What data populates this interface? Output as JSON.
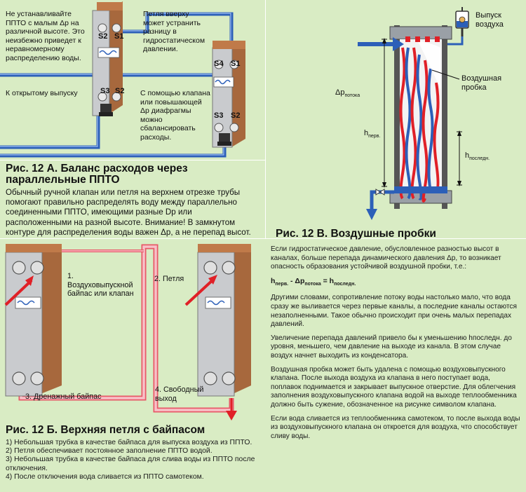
{
  "fig_a": {
    "note1": "Не устанавливайте ППТО с малым Δp на различной высоте. Это неизбежно приведет к неравномерному распределению воды.",
    "note2": "Петля вверху может устранить разницу в гидростатическом давлении.",
    "note3": "К открытому выпуску",
    "note4": "С помощью клапана или повышающей Δp диафрагмы можно сбалансировать расходы.",
    "ports": {
      "s1": "S1",
      "s2": "S2",
      "s3": "S3",
      "s4": "S4"
    },
    "title": "Рис. 12 А. Баланс расходов через параллельные ППТО",
    "text": "Обычный ручной клапан или петля на верхнем отрезке трубы помогают правильно распределять воду между параллельно соединенными ППТО, имеющими разные Dp или расположенными на разной высоте. Внимание! В замкнутом контуре для распределения воды важен Δp, а не перепад высот."
  },
  "fig_b": {
    "label1": "1. Воздуховыпускной байпас или клапан",
    "label2": "2. Петля",
    "label3": "3. Дренажный байпас",
    "label4": "4. Свободный выход",
    "title": "Рис. 12 Б. Верхняя петля с байпасом",
    "items": [
      "1) Небольшая трубка в качестве байпаса для выпуска воздуха из ППТО.",
      "2) Петля обеспечивает постоянное заполнение ППТО водой.",
      "3) Небольшая трубка в качестве байпаса для слива воды из ППТО после отключения.",
      "4) После отключения вода сливается из ППТО самотеком."
    ]
  },
  "fig_v": {
    "air_outlet": "Выпуск воздуха",
    "air_lock": "Воздушная пробка",
    "dp_flow": "Δp",
    "dp_flow_sub": "потока",
    "h_first": "h",
    "h_first_sub": "перв.",
    "h_last": "h",
    "h_last_sub": "последн.",
    "title": "Рис. 12 В. Воздушные пробки",
    "p1": "Если гидростатическое давление, обусловленное разностью высот в каналах, больше перепада динамического давления Δp, то возникает опасность образования устойчивой воздушной пробки, т.е.:",
    "formula": {
      "h1": "h",
      "h1_sub": "перв.",
      "minus": " - Δp",
      "dp_sub": "потока",
      "eq": " = h",
      "h2_sub": "последн."
    },
    "p2": "Другими словами, сопротивление потоку воды настолько мало, что вода сразу же выливается через первые каналы, а последние каналы остаются незаполненными. Такое обычно происходит при очень малых перепадах давлений.",
    "p3": "Увеличение перепада давлений привело бы к уменьшению hпоследн. до уровня, меньшего, чем давление на выходе из канала. В этом случае воздух начнет выходить из конденсатора.",
    "p4": "Воздушная пробка может быть удалена с помощью воздуховыпускного клапана. После выхода воздуха из клапана в него поступает вода, поплавок поднимается и закрывает выпускное отверстие. Для облегчения заполнения воздуховыпускного клапана водой на выходе теплообменника должно быть сужение, обозначенное на рисунке символом клапана.",
    "p5": "Если вода сливается из теплообменника самотеком, то после выхода воды из воздуховыпускного клапана он откроется для воздуха, что способствует сливу воды."
  },
  "colors": {
    "background": "#d9ecc4",
    "pipe_blue": "#3d6fc4",
    "pipe_red": "#e02027",
    "loop_pink": "#f4a6b0",
    "plate_grey": "#c9cbce",
    "plate_brown": "#a7683d"
  }
}
